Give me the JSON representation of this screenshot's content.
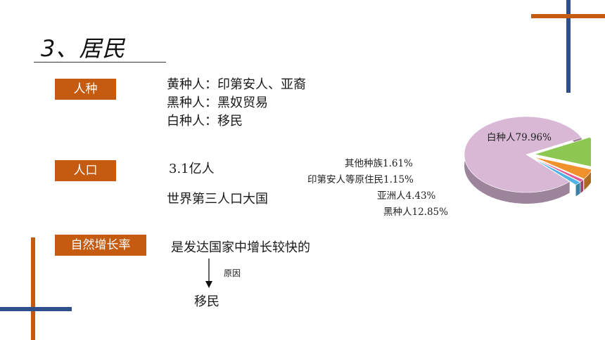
{
  "slide": {
    "title": "3、居民"
  },
  "race": {
    "tag": "人种",
    "lines": [
      "黄种人：印第安人、亚裔",
      "黑种人：黑奴贸易",
      "白种人：移民"
    ]
  },
  "population": {
    "tag": "人口",
    "value": "3.1亿人",
    "note": "世界第三人口大国"
  },
  "growth": {
    "tag": "自然增长率",
    "text": "是发达国家中增长较快的",
    "arrow_label": "原因",
    "result": "移民"
  },
  "colors": {
    "accent": "#c55a11",
    "navy": "#2f4e8a",
    "white_race": "#d9b8d6",
    "black_race": "#8cc751",
    "asian": "#f0922c",
    "native": "#e0589a",
    "other": "#4fb3e6"
  },
  "chart_data": {
    "type": "pie",
    "title": "",
    "slices": [
      {
        "label": "白种人79.96%",
        "value": 79.96
      },
      {
        "label": "黑种人12.85%",
        "value": 12.85
      },
      {
        "label": "亚洲人4.43%",
        "value": 4.43
      },
      {
        "label": "印第安人等原住民1.15%",
        "value": 1.15
      },
      {
        "label": "其他种族1.61%",
        "value": 1.61
      }
    ]
  }
}
